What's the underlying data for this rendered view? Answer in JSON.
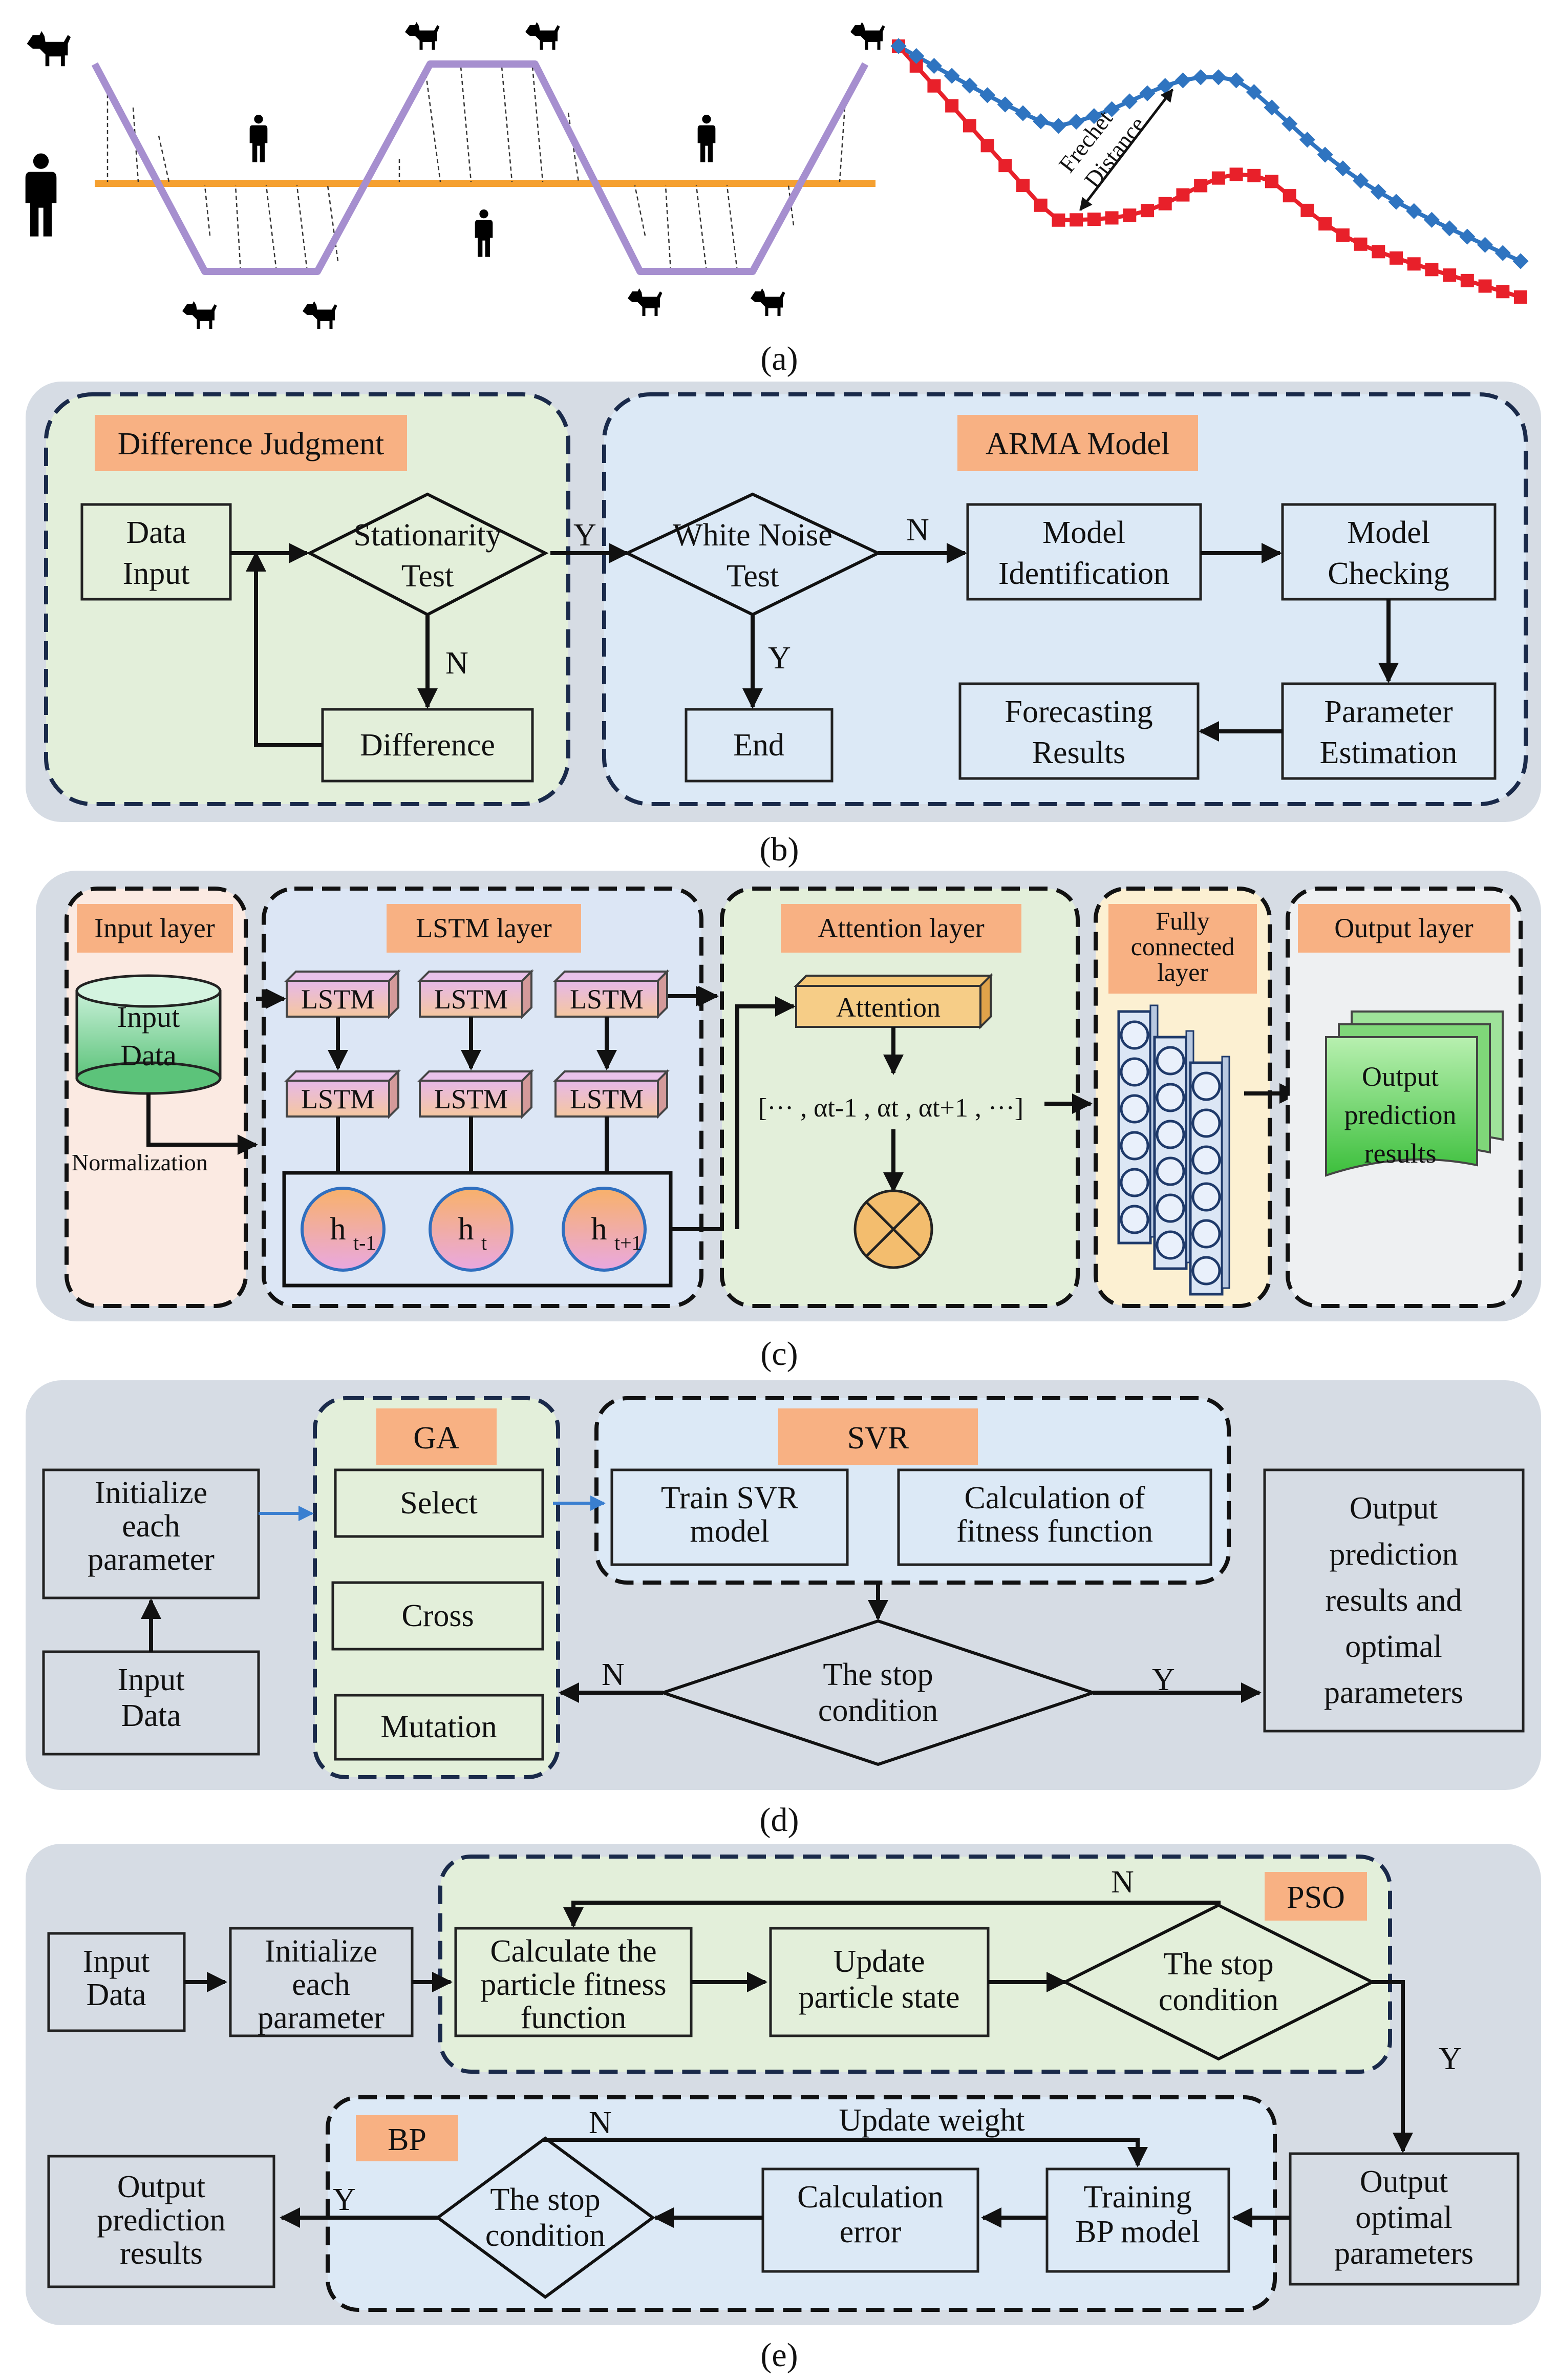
{
  "figure": {
    "a": {
      "caption": "(a)",
      "frechet_label_1": "Frechet",
      "frechet_label_2": "Distance",
      "icons": [
        "dog-icon",
        "person-icon"
      ]
    },
    "b": {
      "caption": "(b)",
      "group_left": "Difference Judgment",
      "group_right": "ARMA Model",
      "data_input": [
        "Data",
        "Input"
      ],
      "stationarity_test": [
        "Stationarity",
        "Test"
      ],
      "difference": "Difference",
      "white_noise_test": [
        "White Noise",
        "Test"
      ],
      "end": "End",
      "model_identification": [
        "Model",
        "Identification"
      ],
      "model_checking": [
        "Model",
        "Checking"
      ],
      "parameter_estimation": [
        "Parameter",
        "Estimation"
      ],
      "forecasting_results": [
        "Forecasting",
        "Results"
      ],
      "yes": "Y",
      "no": "N"
    },
    "c": {
      "caption": "(c)",
      "input_layer": "Input layer",
      "input_data": [
        "Input",
        "Data"
      ],
      "normalization": "Normalization",
      "lstm_layer": "LSTM layer",
      "lstm_cell": "LSTM",
      "hidden_states": [
        "h",
        "h",
        "h"
      ],
      "hidden_subs": [
        "t-1",
        "t",
        "t+1"
      ],
      "attention_layer": "Attention layer",
      "attention": "Attention",
      "alpha_seq": "[··· ,  αt-1 , αt , αt+1 , ···]",
      "fc_layer": [
        "Fully",
        "connected",
        "layer"
      ],
      "output_layer": "Output layer",
      "output_prediction": [
        "Output",
        "prediction",
        "results"
      ]
    },
    "d": {
      "caption": "(d)",
      "ga": "GA",
      "svr": "SVR",
      "initialize": [
        "Initialize",
        "each",
        "parameter"
      ],
      "input_data": [
        "Input",
        "Data"
      ],
      "select": "Select",
      "cross": "Cross",
      "mutation": "Mutation",
      "train_svr": [
        "Train SVR",
        "model"
      ],
      "fitness": [
        "Calculation of",
        "fitness function"
      ],
      "stop": [
        "The stop",
        "condition"
      ],
      "output": [
        "Output",
        "prediction",
        "results and",
        "optimal",
        "parameters"
      ],
      "yes": "Y",
      "no": "N"
    },
    "e": {
      "caption": "(e)",
      "pso": "PSO",
      "bp": "BP",
      "input_data": [
        "Input",
        "Data"
      ],
      "initialize": [
        "Initialize",
        "each",
        "parameter"
      ],
      "particle_fitness": [
        "Calculate the",
        "particle fitness",
        "function"
      ],
      "update_state": [
        "Update",
        "particle state"
      ],
      "stop_pso": [
        "The stop",
        "condition"
      ],
      "output_optimal": [
        "Output",
        "optimal",
        "parameters"
      ],
      "training_bp": [
        "Training",
        "BP model"
      ],
      "calc_error": [
        "Calculation",
        "error"
      ],
      "stop_bp": [
        "The stop",
        "condition"
      ],
      "output_prediction": [
        "Output",
        "prediction",
        "results"
      ],
      "update_weight": "Update weight",
      "yes": "Y",
      "no": "N"
    },
    "colors": {
      "panel_bg": "#d6dce4",
      "green": "#e3efda",
      "blue": "#dce9f6",
      "orange_tag": "#f8b183",
      "purple": "#a68fcf",
      "orange_line": "#f5a030",
      "red": "#e8202a",
      "blue_series": "#2f74c0"
    }
  }
}
